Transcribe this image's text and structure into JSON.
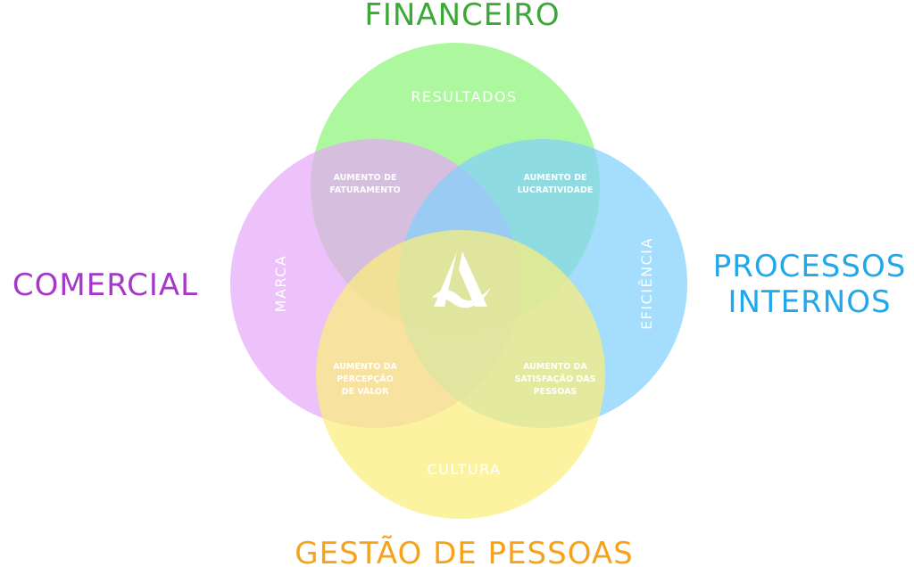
{
  "dimensions": {
    "financeiro": {
      "title": "FINANCEIRO",
      "color": "#3aa935"
    },
    "comercial": {
      "title": "COMERCIAL",
      "color": "#a737c9"
    },
    "processos": {
      "title_line1": "PROCESSOS",
      "title_line2": "INTERNOS",
      "color": "#1fa8ec"
    },
    "pessoas": {
      "title": "GESTÃO DE PESSOAS",
      "color": "#f7a21b"
    }
  },
  "circles": {
    "top": {
      "label": "RESULTADOS",
      "color": "#8ef57a"
    },
    "left": {
      "label": "MARCA",
      "color": "#e6a9f7"
    },
    "right": {
      "label": "EFICIÊNCIA",
      "color": "#82d0fb"
    },
    "bottom": {
      "label": "CULTURA",
      "color": "#fbef7c"
    }
  },
  "overlaps": {
    "top_left": [
      "AUMENTO DE",
      "FATURAMENTO"
    ],
    "top_right": [
      "AUMENTO DE",
      "LUCRATIVIDADE"
    ],
    "bottom_left": [
      "AUMENTO DA",
      "PERCEPÇÃO",
      "DE VALOR"
    ],
    "bottom_right": [
      "AUMENTO DA",
      "SATISFAÇÃO DAS",
      "PESSOAS"
    ]
  },
  "center_logo": {
    "icon": "brand-logo-icon"
  }
}
